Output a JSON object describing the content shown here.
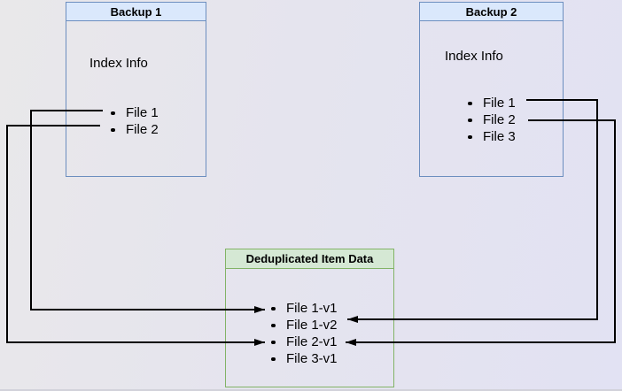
{
  "backup1": {
    "title": "Backup 1",
    "subtitle": "Index Info",
    "files": [
      "File 1",
      "File 2"
    ]
  },
  "backup2": {
    "title": "Backup 2",
    "subtitle": "Index Info",
    "files": [
      "File 1",
      "File 2",
      "File 3"
    ]
  },
  "dedup": {
    "title": "Deduplicated Item Data",
    "items": [
      "File 1-v1",
      "File 1-v2",
      "File 2-v1",
      "File 3-v1"
    ]
  },
  "connections": [
    {
      "from": "Backup 1 / File 1",
      "to": "File 1-v1"
    },
    {
      "from": "Backup 1 / File 2",
      "to": "File 2-v1"
    },
    {
      "from": "Backup 2 / File 1",
      "to": "File 1-v2"
    },
    {
      "from": "Backup 2 / File 2",
      "to": "File 2-v1"
    }
  ],
  "colors": {
    "backup_header_fill": "#dae8fc",
    "backup_border": "#6c8ebf",
    "dedup_header_fill": "#d5e8d4",
    "dedup_border": "#82b366",
    "connector": "#000000"
  }
}
